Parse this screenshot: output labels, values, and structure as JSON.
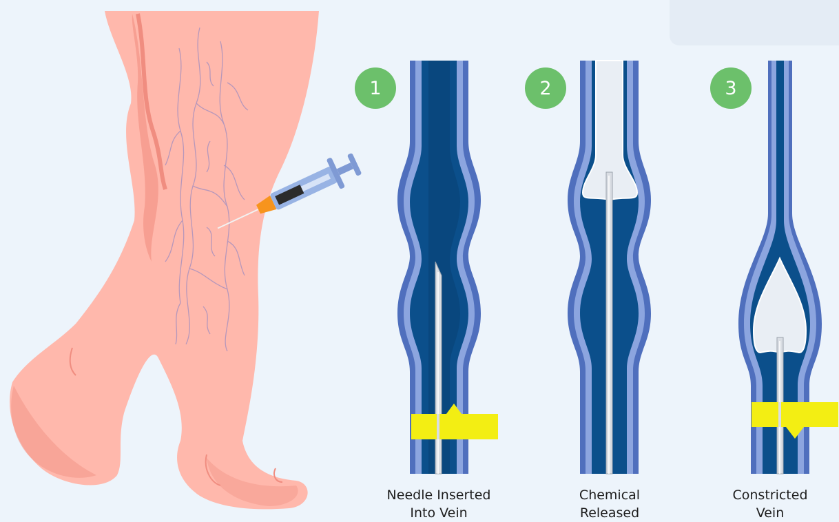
{
  "steps": [
    {
      "number": "1",
      "caption_line1": "Needle Inserted",
      "caption_line2": "Into Vein"
    },
    {
      "number": "2",
      "caption_line1": "Chemical",
      "caption_line2": "Released"
    },
    {
      "number": "3",
      "caption_line1": "Constricted",
      "caption_line2": "Vein"
    }
  ],
  "colors": {
    "background": "#edf4fb",
    "skin": "#ffb8ac",
    "skin_shadow": "#f4978a",
    "vein_wall_dark": "#4f6fbd",
    "vein_wall_light": "#8ca5df",
    "blood": "#0b4f8b",
    "step_badge": "#6cc06b",
    "marker": "#f3ee13",
    "sclerosant": "#e9eef4"
  }
}
